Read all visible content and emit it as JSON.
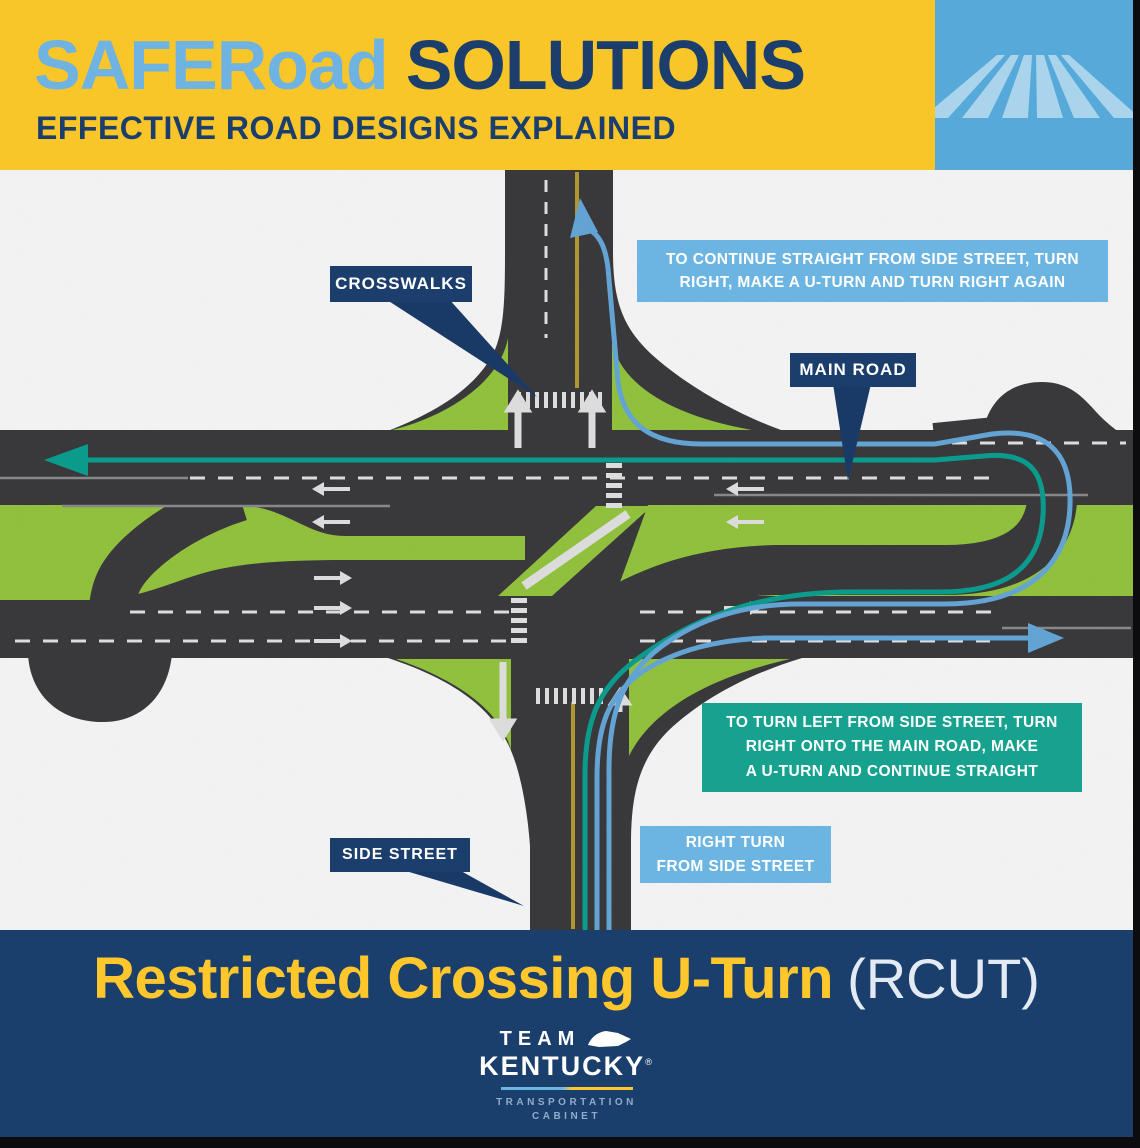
{
  "header": {
    "title_light": "SAFERoad",
    "title_dark": "SOLUTIONS",
    "subtitle": "EFFECTIVE ROAD DESIGNS EXPLAINED"
  },
  "diagram": {
    "labels": {
      "crosswalks": "CROSSWALKS",
      "main_road": "MAIN ROAD",
      "side_street": "SIDE STREET"
    },
    "boxes": {
      "continue_straight": {
        "line1": "TO CONTINUE STRAIGHT FROM SIDE STREET, TURN",
        "line2": "RIGHT, MAKE A U-TURN AND TURN RIGHT AGAIN"
      },
      "turn_left": {
        "line1": "TO TURN LEFT FROM SIDE STREET, TURN",
        "line2": "RIGHT ONTO THE MAIN ROAD, MAKE",
        "line3": "A U-TURN AND CONTINUE STRAIGHT"
      },
      "right_turn": {
        "line1": "RIGHT TURN",
        "line2": "FROM SIDE STREET"
      }
    },
    "colors": {
      "road": "#3D3D40",
      "grass": "#99CB41",
      "teal_path": "#0CA496",
      "blue_path": "#69ADE0",
      "navy": "#1B3E6C",
      "light_blue": "#6CB5E3",
      "teal_box": "#16A28E",
      "header_yellow": "#F9C62A"
    }
  },
  "footer": {
    "title_bold": "Restricted Crossing U-Turn",
    "title_paren": "(RCUT)",
    "logo": {
      "team": "TEAM",
      "kentucky": "KENTUCKY",
      "reg": "®",
      "cabinet_line1": "TRANSPORTATION",
      "cabinet_line2": "CABINET"
    }
  }
}
